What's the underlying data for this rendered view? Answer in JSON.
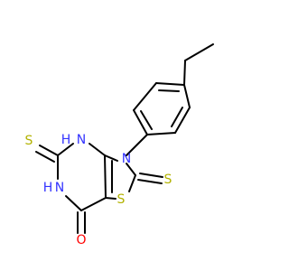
{
  "molecule": {
    "atoms": {
      "n_top": {
        "label": "N",
        "color": "#3333ff"
      },
      "h_top": {
        "label": "H",
        "color": "#3333ff"
      },
      "n_right": {
        "label": "N",
        "color": "#3333ff"
      },
      "n_left": {
        "label": "N",
        "color": "#3333ff"
      },
      "h_left": {
        "label": "H",
        "color": "#3333ff"
      },
      "s_exo_left": {
        "label": "S",
        "color": "#b2b200"
      },
      "s_ring": {
        "label": "S",
        "color": "#b2b200"
      },
      "s_exo_right": {
        "label": "S",
        "color": "#b2b200"
      },
      "o_carbonyl": {
        "label": "O",
        "color": "#ff0000"
      }
    },
    "colors": {
      "bond": "#000000",
      "nitrogen": "#3333ff",
      "sulfur": "#b2b200",
      "oxygen": "#ff0000",
      "background": "#ffffff"
    }
  }
}
